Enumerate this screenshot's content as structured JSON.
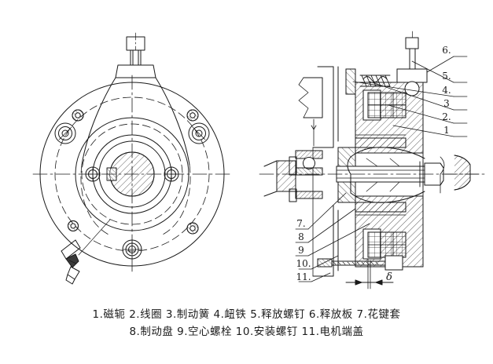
{
  "figure": {
    "kind": "engineering-assembly-drawing",
    "subject": "electromagnetic brake cross-section and front view",
    "background_color": "#ffffff",
    "line_color": "#1a1a1a",
    "views": {
      "front": {
        "name": "front-view",
        "label": ""
      },
      "section": {
        "name": "section-view",
        "label": ""
      }
    }
  },
  "callouts": {
    "right_column": [
      {
        "id": "6",
        "text": "6."
      },
      {
        "id": "5",
        "text": "5."
      },
      {
        "id": "4",
        "text": "4."
      },
      {
        "id": "3",
        "text": "3"
      },
      {
        "id": "2",
        "text": "2."
      },
      {
        "id": "1",
        "text": "1"
      }
    ],
    "left_column": [
      {
        "id": "7",
        "text": "7."
      },
      {
        "id": "8",
        "text": "8"
      },
      {
        "id": "9",
        "text": "9"
      },
      {
        "id": "10",
        "text": "10."
      },
      {
        "id": "11",
        "text": "11."
      }
    ]
  },
  "dimensions": {
    "gap": {
      "symbol": "δ",
      "name": "air-gap"
    }
  },
  "caption": {
    "line1": "1.磁轭  2.线圈  3.制动簧  4.衄铁  5.释放螺钉  6.释放板  7.花键套",
    "line2": "8.制动盘  9.空心螺栓  10.安装螺钉  11.电机端盖"
  },
  "parts_legend": [
    {
      "no": "1",
      "name": "磁轭"
    },
    {
      "no": "2",
      "name": "线圈"
    },
    {
      "no": "3",
      "name": "制动簧"
    },
    {
      "no": "4",
      "name": "衄铁"
    },
    {
      "no": "5",
      "name": "释放螺钉"
    },
    {
      "no": "6",
      "name": "释放板"
    },
    {
      "no": "7",
      "name": "花键套"
    },
    {
      "no": "8",
      "name": "制动盘"
    },
    {
      "no": "9",
      "name": "空心螺栓"
    },
    {
      "no": "10",
      "name": "安装螺钉"
    },
    {
      "no": "11",
      "name": "电机端盖"
    }
  ]
}
